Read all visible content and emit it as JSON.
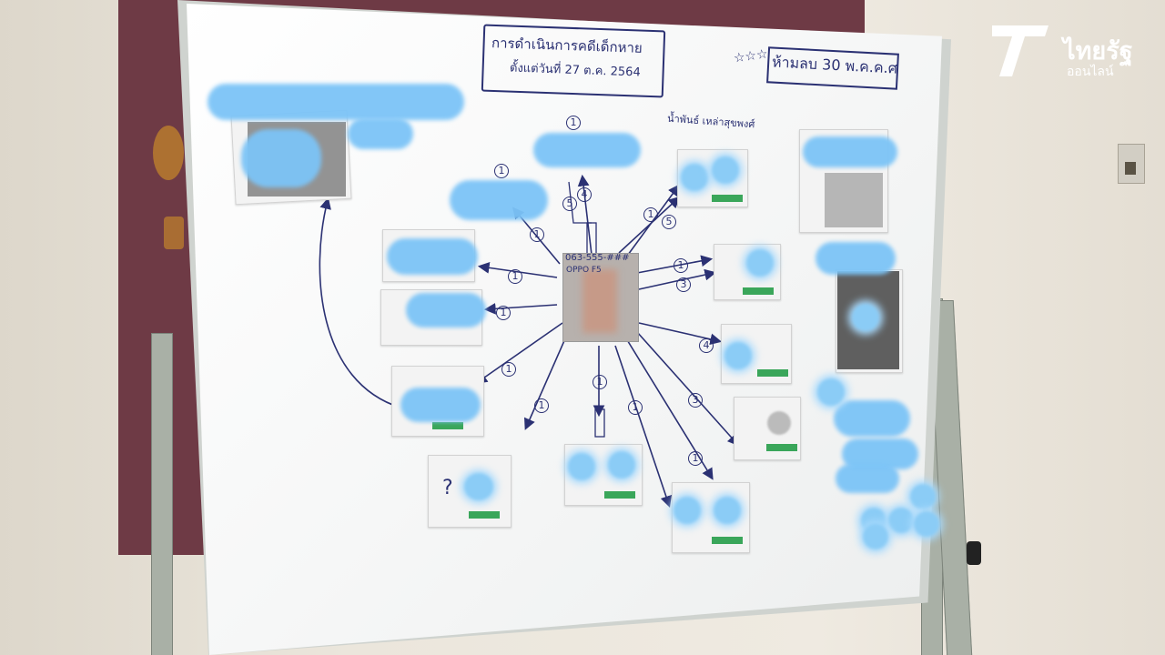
{
  "board": {
    "title_line1": "การดำเนินการคดีเด็กหาย",
    "title_line2": "ตั้งแต่วันที่ 27 ต.ค. 2564",
    "stars": "☆☆☆",
    "header_right": "ห้ามลบ 30 พ.ค.ค.ศ",
    "name_label": "น้ำพันธ์ เหล่าสุขพงศ์",
    "phone_label": "063-555-###",
    "center_sub": "OPPO F5",
    "question_mark": "?",
    "annotations": [
      "1",
      "1",
      "1",
      "1",
      "1",
      "1",
      "1",
      "1",
      "1",
      "1",
      "1",
      "1",
      "5",
      "5",
      "3",
      "3",
      "4",
      "4",
      "1"
    ]
  },
  "logo": {
    "title": "ไทยรัฐ",
    "subtitle": "ออนไลน์"
  }
}
